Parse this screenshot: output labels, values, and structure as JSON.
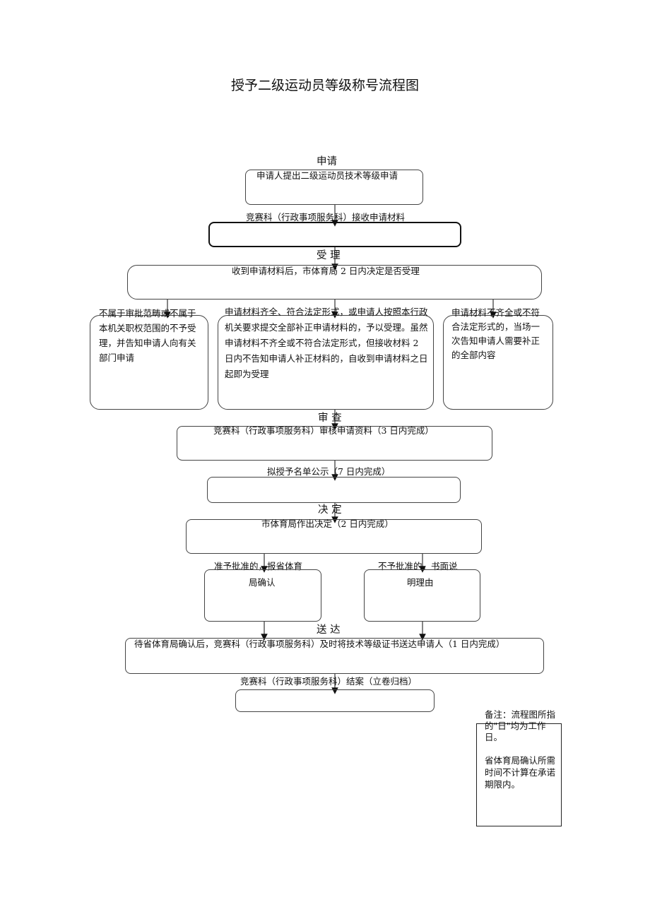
{
  "title": "授予二级运动员等级称号流程图",
  "stages": {
    "apply": "申请",
    "accept": "受 理",
    "review": "审 查",
    "decide": "决 定",
    "deliver": "送 达"
  },
  "steps": {
    "apply_box": "申请人提出二级运动员技术等级申请",
    "receive_materials": "竞赛科（行政事项服务科）接收申请材料",
    "accept_decision": "收到申请材料后，市体育局 2 日内决定是否受理",
    "branch_reject": "不属于审批范畴或不属于本机关职权范围的不予受理，并告知申请人向有关部门申请",
    "branch_accept": "申请材料齐全、符合法定形式，或申请人按照本行政机关要求提交全部补正申请材料的，予以受理。虽然申请材料不齐全或不符合法定形式，但接收材料 2 日内不告知申请人补正材料的，自收到申请材料之日起即为受理",
    "branch_supplement": "申请材料不齐全或不符合法定形式的，当场一次告知申请人需要补正的全部内容",
    "review_box": "竞赛科（行政事项服务科）审核申请资料（3 日内完成）",
    "publicity": "拟授予名单公示（7 日内完成）",
    "decision_box": "市体育局作出决定（2 日内完成）",
    "approve_label": "准予批准的，报省体育",
    "approve_box": "局确认",
    "deny_label": "不予批准的，书面说",
    "deny_box": "明理由",
    "deliver_box": "待省体育局确认后，竞赛科（行政事项服务科）及时将技术等级证书送达申请人（1 日内完成）",
    "archive": "竞赛科（行政事项服务科）结案（立卷归档）"
  },
  "note": {
    "line1": "备注：流程图所指的\"日\"均为工作日。",
    "line2": "省体育局确认所需时间不计算在承诺期限内。"
  }
}
